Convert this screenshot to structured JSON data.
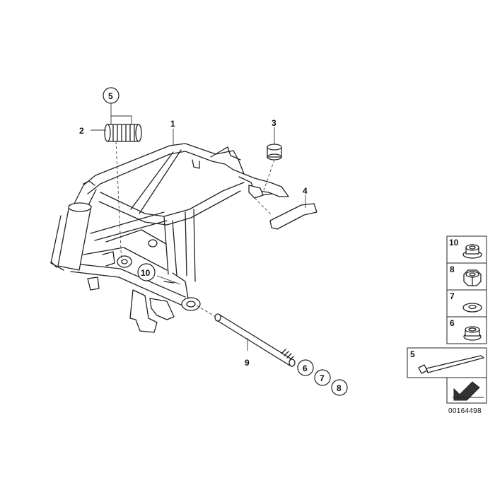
{
  "diagram": {
    "callouts": {
      "c1": "1",
      "c2": "2",
      "c3": "3",
      "c4": "4",
      "c5_top": "5",
      "c9": "9",
      "c10_frame": "10",
      "c6": "6",
      "c7": "7",
      "c8": "8"
    },
    "panel": {
      "items": [
        {
          "label": "10"
        },
        {
          "label": "8"
        },
        {
          "label": "7"
        },
        {
          "label": "6"
        },
        {
          "label": "5"
        }
      ]
    },
    "diagram_number": "00164498"
  }
}
